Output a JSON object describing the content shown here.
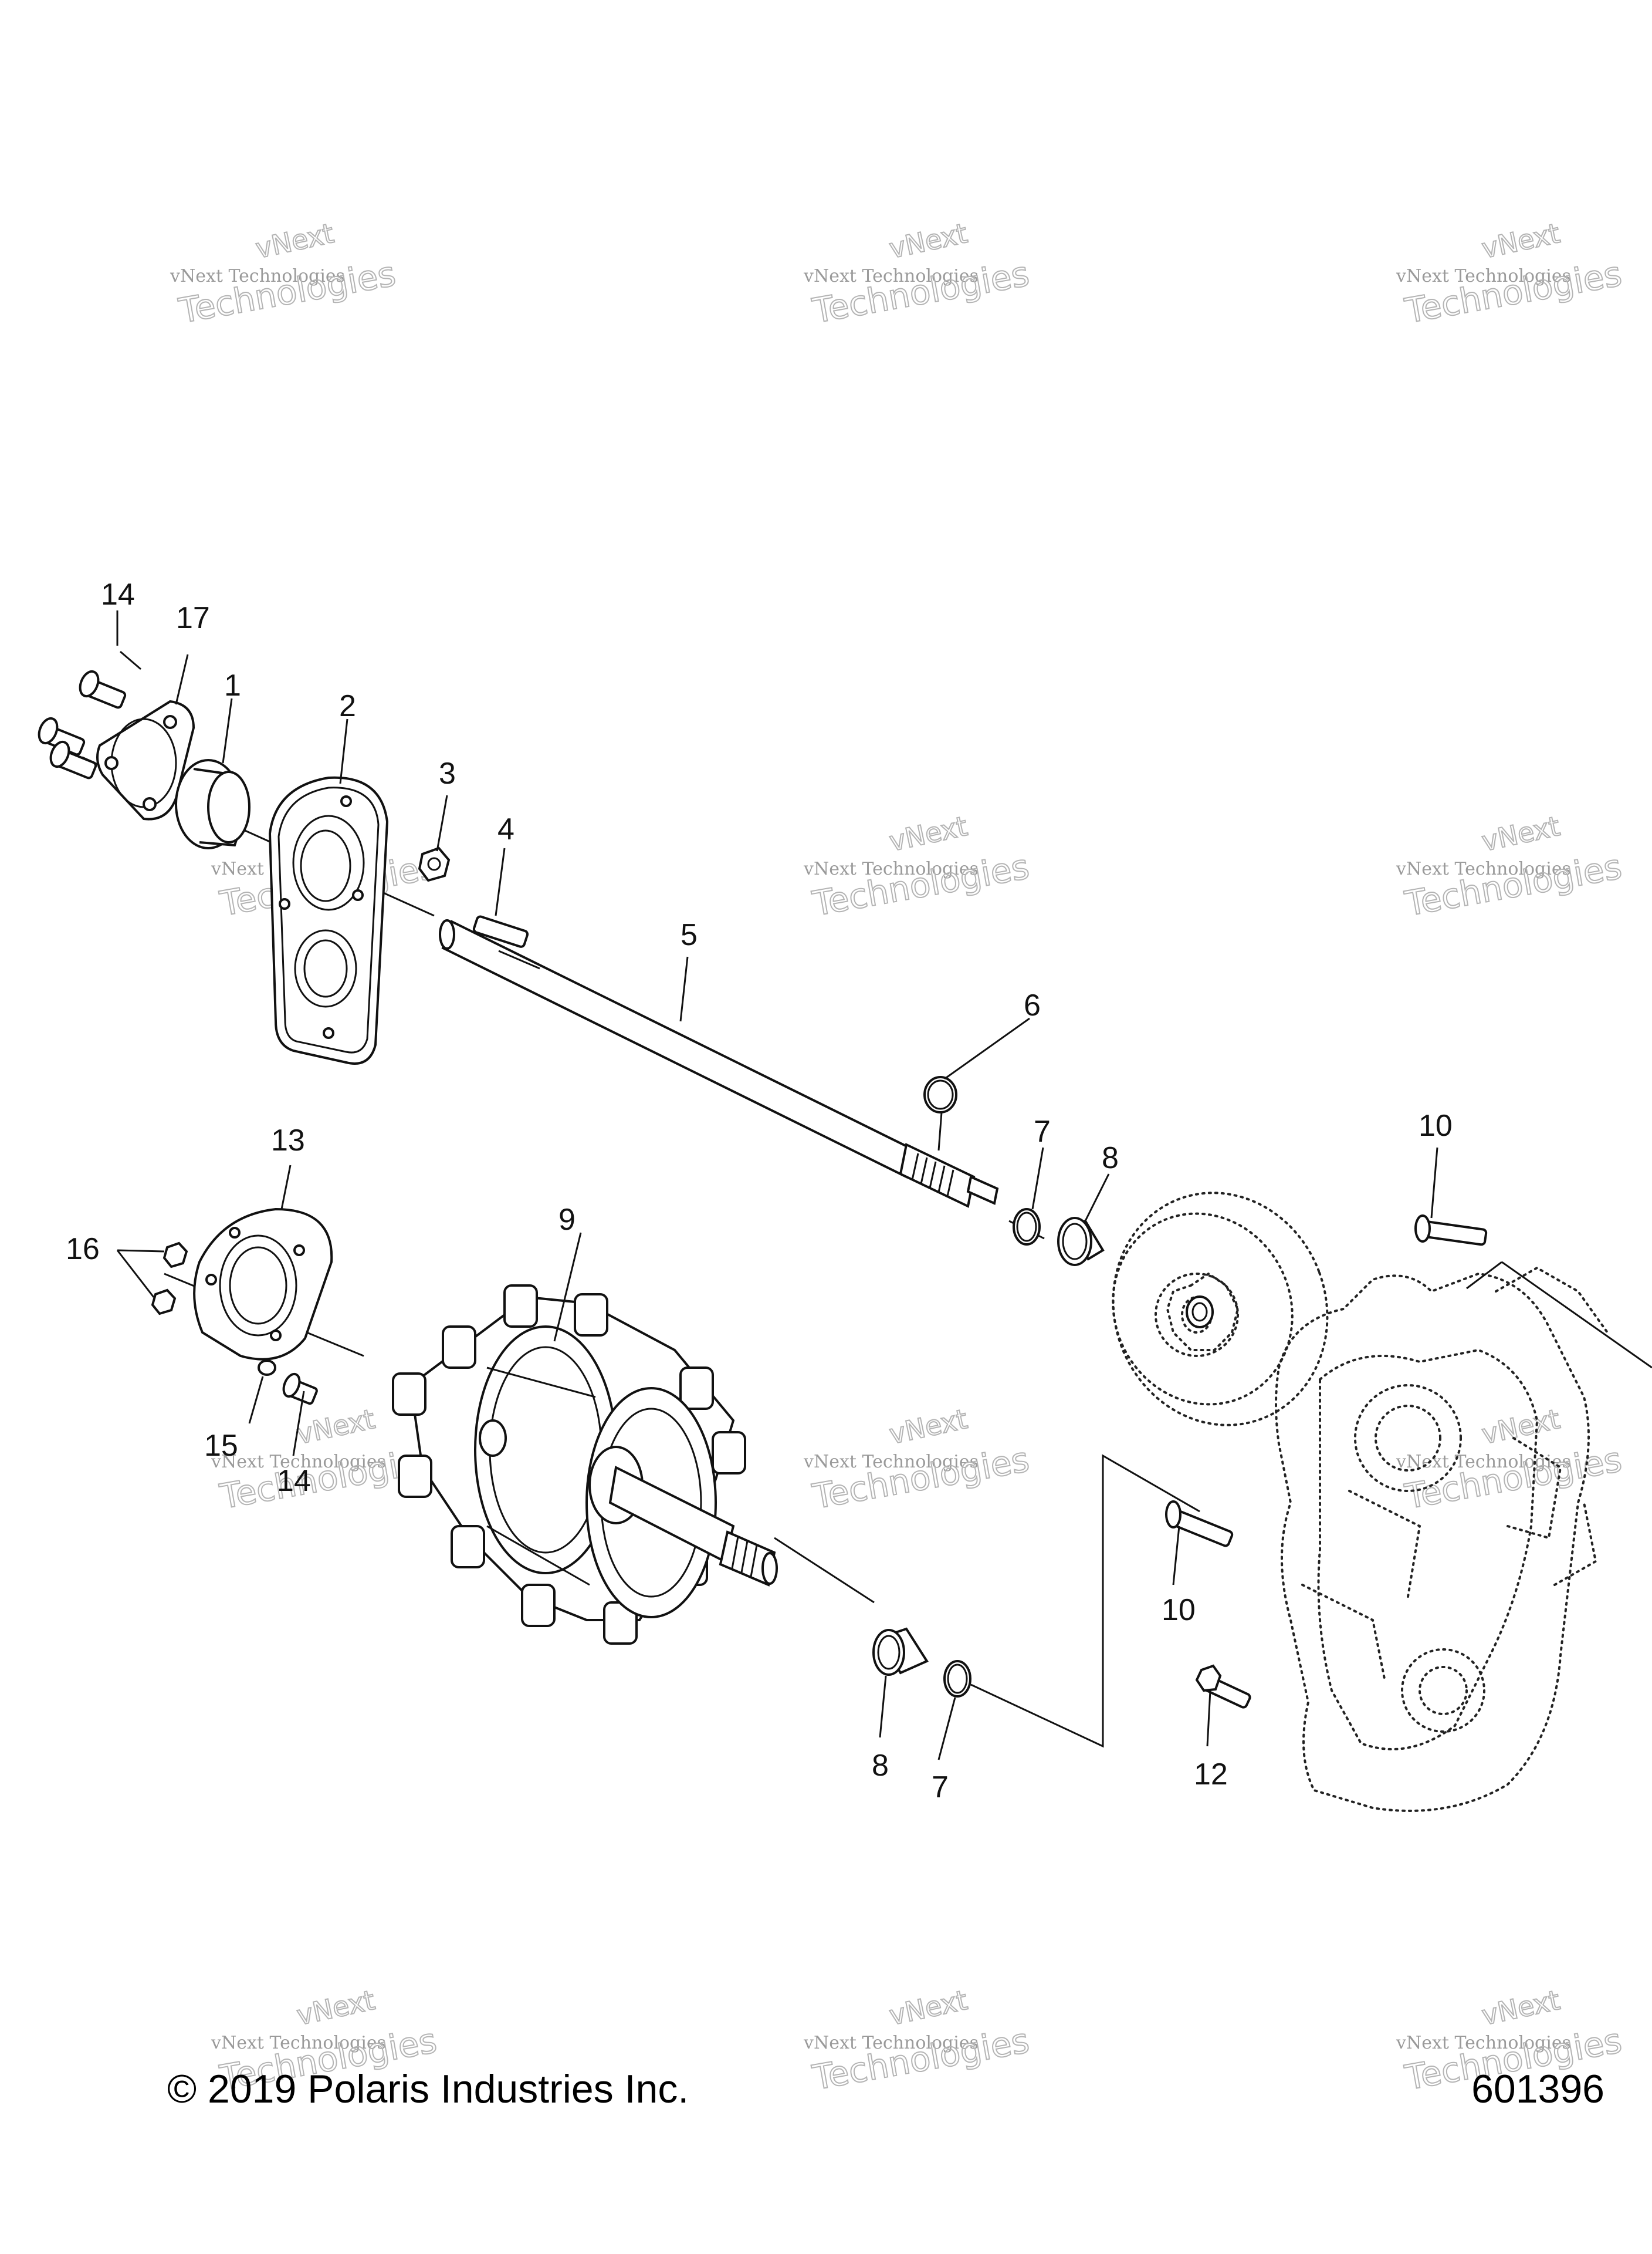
{
  "diagram": {
    "callouts": {
      "c14_top": "14",
      "c17": "17",
      "c1": "1",
      "c2": "2",
      "c3": "3",
      "c4": "4",
      "c5": "5",
      "c6": "6",
      "c7_top": "7",
      "c8_top": "8",
      "c10_top": "10",
      "c13": "13",
      "c9": "9",
      "c16": "16",
      "c15": "15",
      "c14_bottom": "14",
      "c10_mid": "10",
      "c8_bottom": "8",
      "c7_bottom": "7",
      "c12": "12"
    },
    "watermark": {
      "line1": "vNext Technologies",
      "line2": "Technologies",
      "line3": "vNext"
    }
  },
  "footer": {
    "copyright": "© 2019 Polaris Industries Inc.",
    "figure_number": "601396"
  }
}
